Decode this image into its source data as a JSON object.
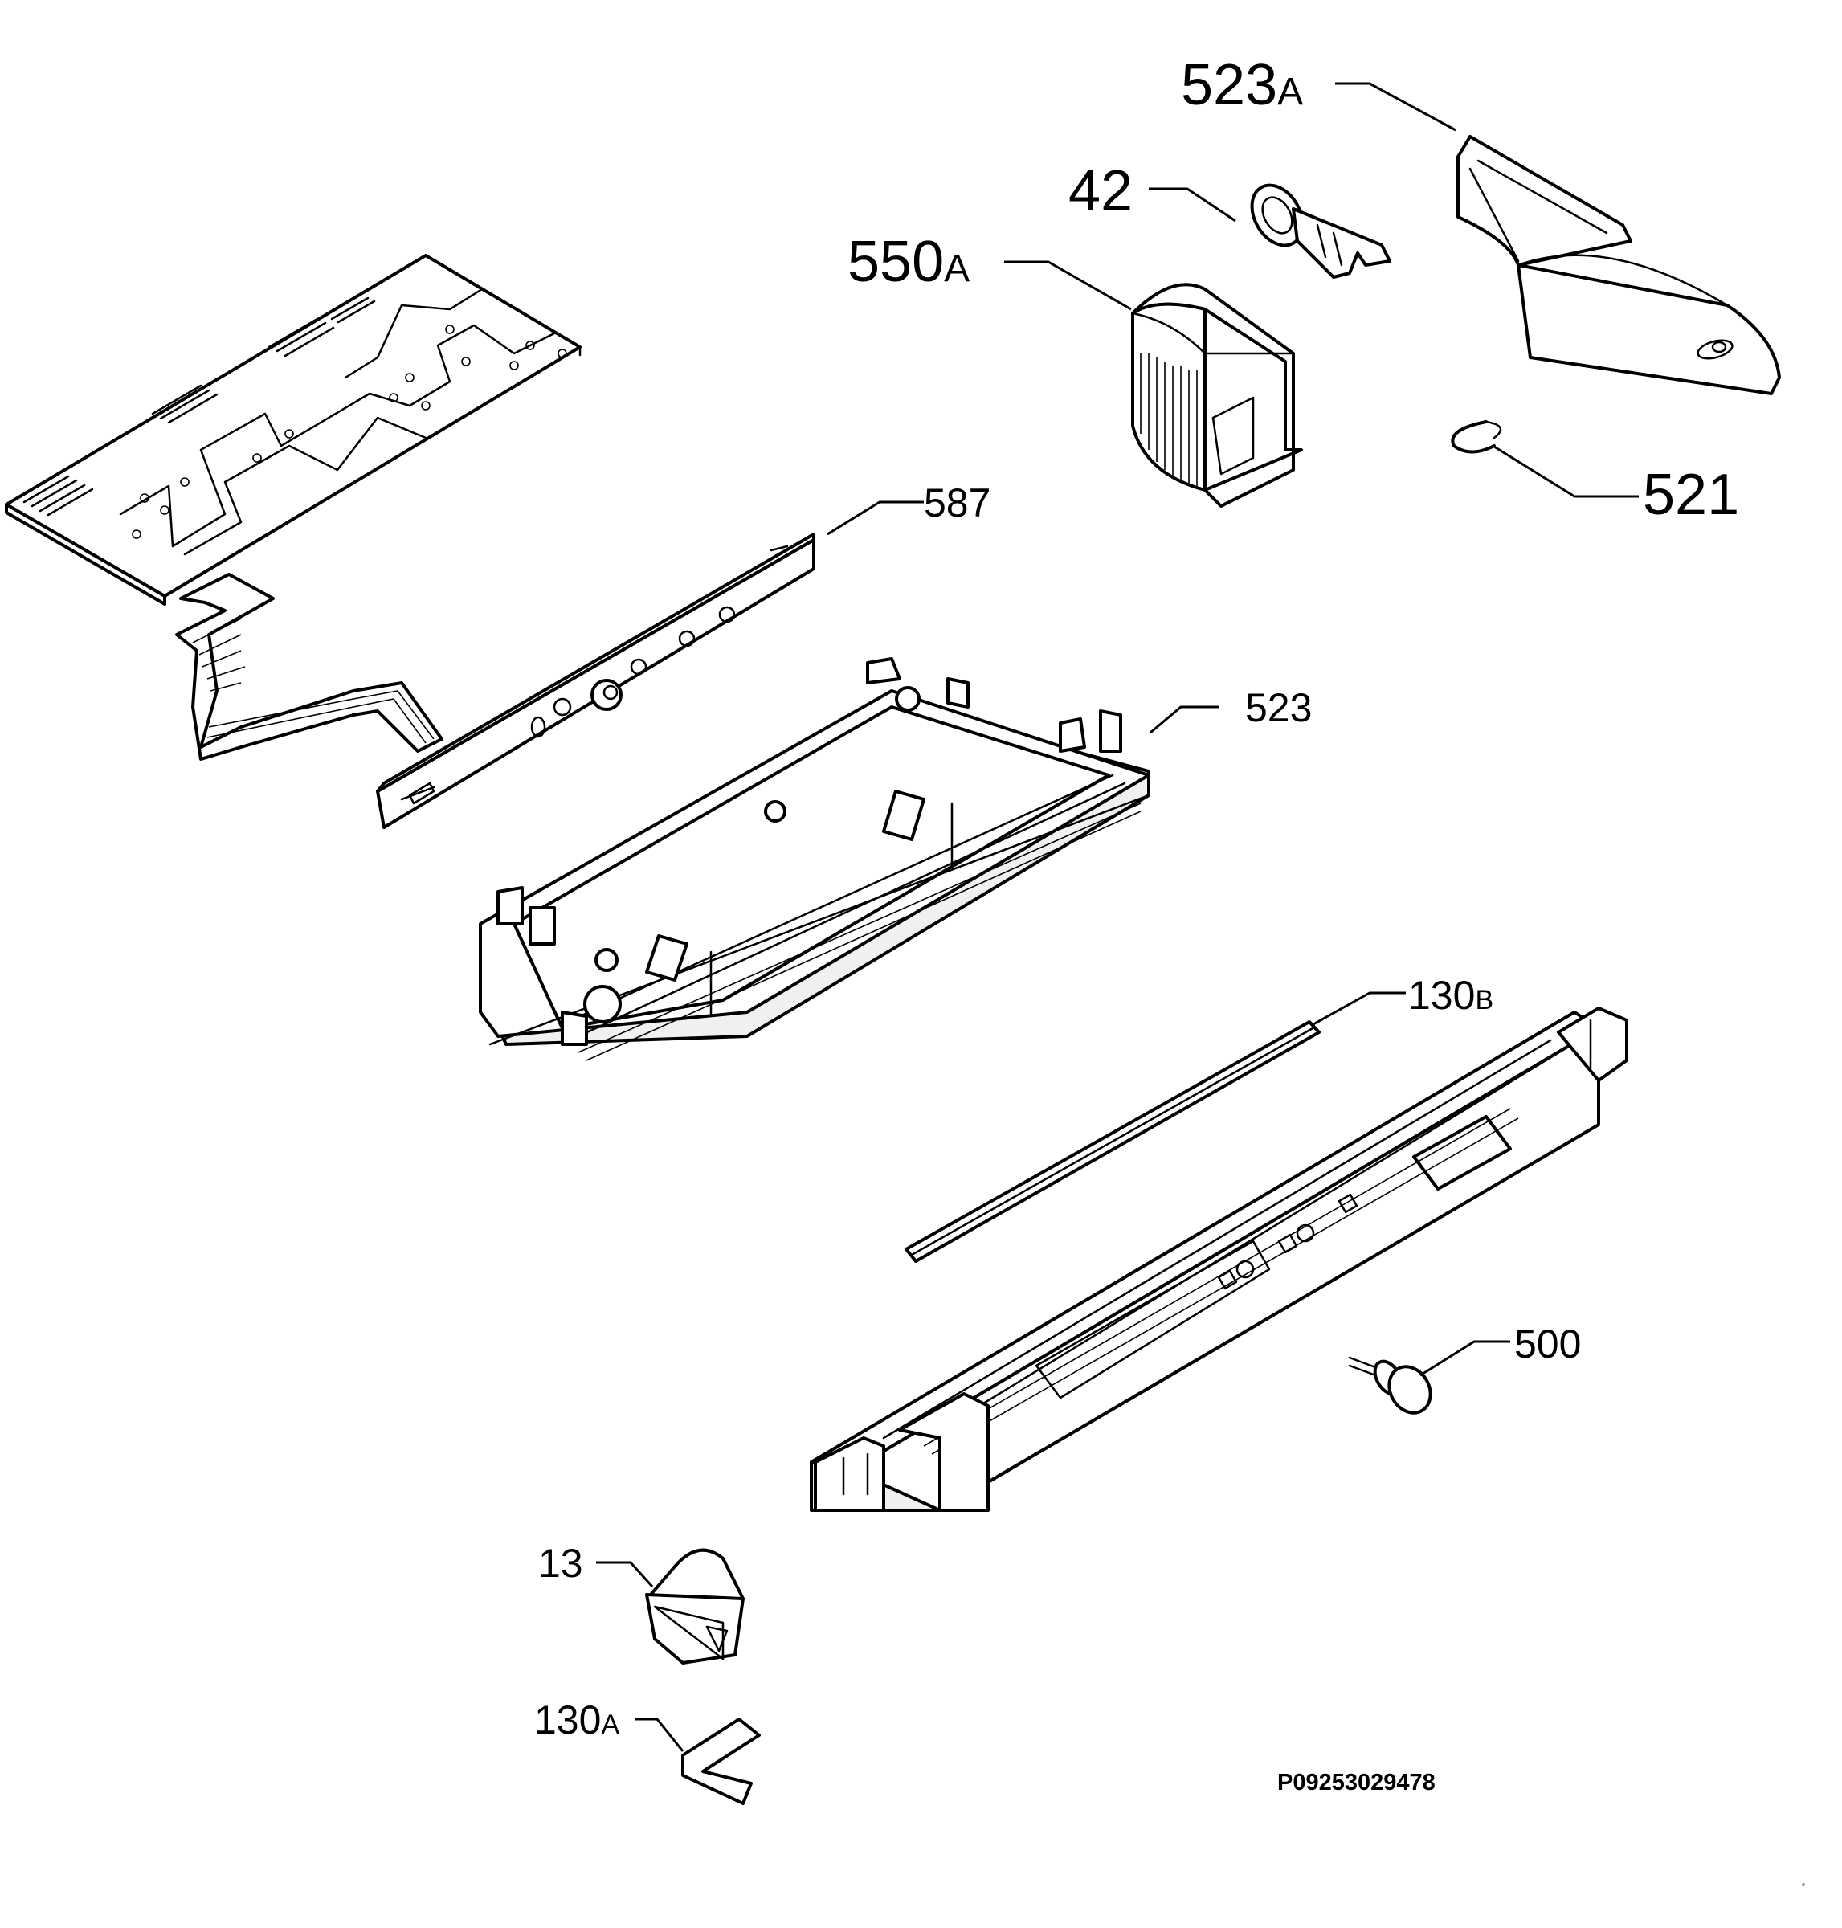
{
  "labels": {
    "p523a": {
      "number": "523",
      "suffix": "A"
    },
    "p42": {
      "number": "42"
    },
    "p550a": {
      "number": "550",
      "suffix": "A"
    },
    "p521": {
      "number": "521"
    },
    "p587": {
      "number": "587"
    },
    "p523": {
      "number": "523"
    },
    "p130b": {
      "number": "130",
      "suffix": "B"
    },
    "p500": {
      "number": "500"
    },
    "p13": {
      "number": "13"
    },
    "p130a": {
      "number": "130",
      "suffix": "A"
    }
  },
  "reference_code": "P09253029478"
}
